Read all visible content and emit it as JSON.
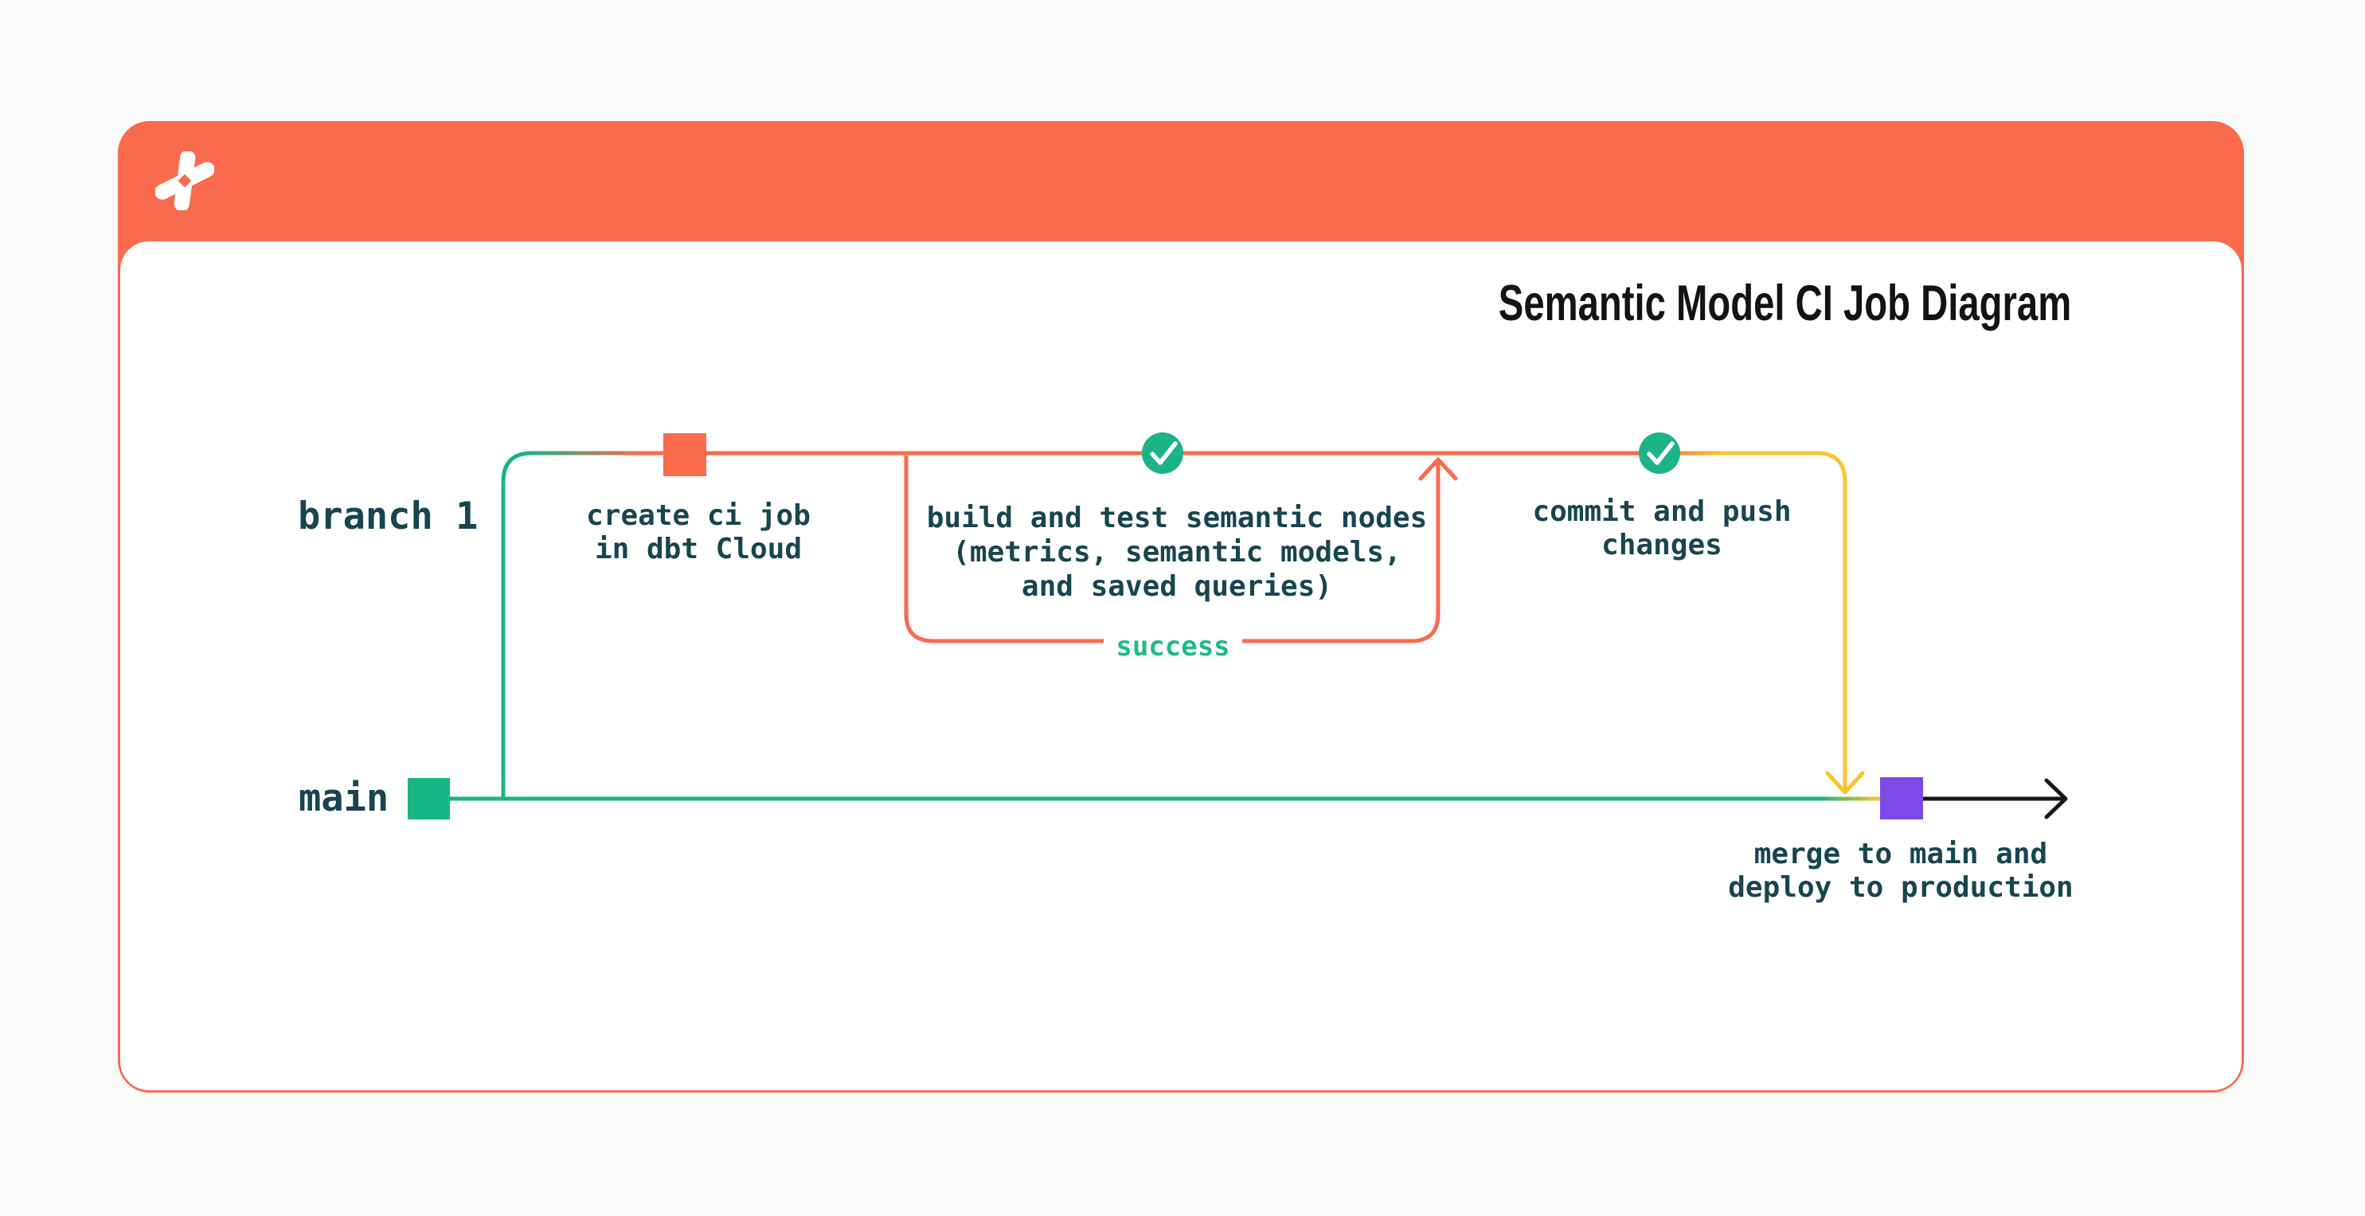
{
  "page": {
    "background": "#FAFAF8"
  },
  "header": {
    "title": "Semantic Model CI Job Diagram",
    "logo": "dbt-logo",
    "background": "#FA6A4D",
    "title_color": "#131316"
  },
  "diagram": {
    "branches": {
      "branch1": {
        "label": "branch 1"
      },
      "main": {
        "label": "main"
      }
    },
    "steps": {
      "create_ci": {
        "marker": "orange-commit-square",
        "lines": [
          "create ci job",
          "in dbt Cloud"
        ]
      },
      "build_test": {
        "marker": "check-circle",
        "lines": [
          "build and test semantic nodes",
          "(metrics, semantic models,",
          "and saved queries)"
        ]
      },
      "commit_push": {
        "marker": "check-circle",
        "lines": [
          "commit and push",
          "changes"
        ]
      },
      "merge": {
        "marker": "purple-commit-square",
        "lines": [
          "merge to main and",
          "deploy to production"
        ]
      }
    },
    "loop": {
      "label": "success"
    },
    "colors": {
      "orange": "#FA6A4D",
      "green": "#17B584",
      "check_green": "#1BB487",
      "success_green": "#1FBA87",
      "yellow": "#FBC32E",
      "purple": "#7C4AE6",
      "text": "#174550",
      "black": "#15171A",
      "white": "#FFFFFF"
    }
  }
}
